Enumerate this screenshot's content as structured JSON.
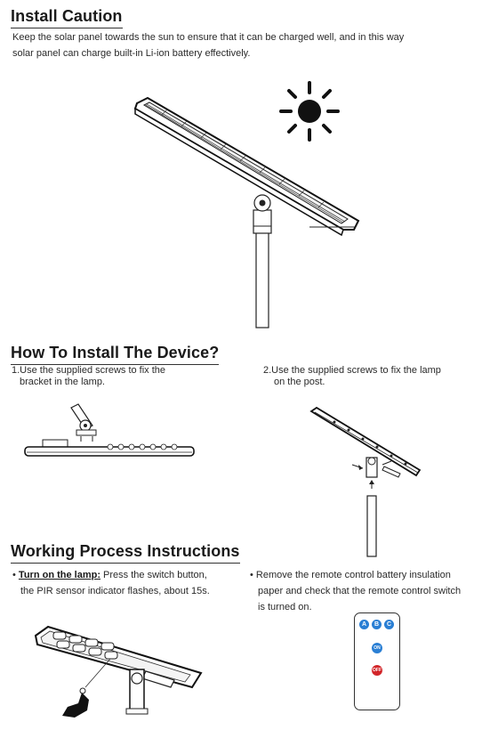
{
  "section1": {
    "title": "Install Caution",
    "body_line1": "Keep the solar panel towards the sun to ensure that it can be charged well, and in this way",
    "body_line2": "solar panel can charge built-in Li-ion battery effectively."
  },
  "section2": {
    "title": "How To Install The Device?",
    "step1_line1": "1.Use the supplied screws to fix the",
    "step1_line2": "bracket in the lamp.",
    "step2_line1": "2.Use the supplied screws to fix the lamp",
    "step2_line2": "on the post."
  },
  "section3": {
    "title": "Working Process Instructions",
    "bullet1_label": "Turn on the lamp:",
    "bullet1_line1_rest": " Press the switch button,",
    "bullet1_line2": "the PIR sensor indicator flashes, about 15s.",
    "bullet2_line1": "Remove the remote control battery insulation",
    "bullet2_line2": "paper and check that the remote control switch",
    "bullet2_line3": "is turned on."
  },
  "remote": {
    "button_a": "A",
    "button_b": "B",
    "button_c": "C",
    "button_on": "ON",
    "button_off": "OFF",
    "colors": {
      "abc": "#2a7fd4",
      "on": "#2a7fd4",
      "off": "#d2262a"
    }
  },
  "icons": [
    "sun-icon",
    "hand-pointer-icon",
    "arrow-up-icon"
  ]
}
